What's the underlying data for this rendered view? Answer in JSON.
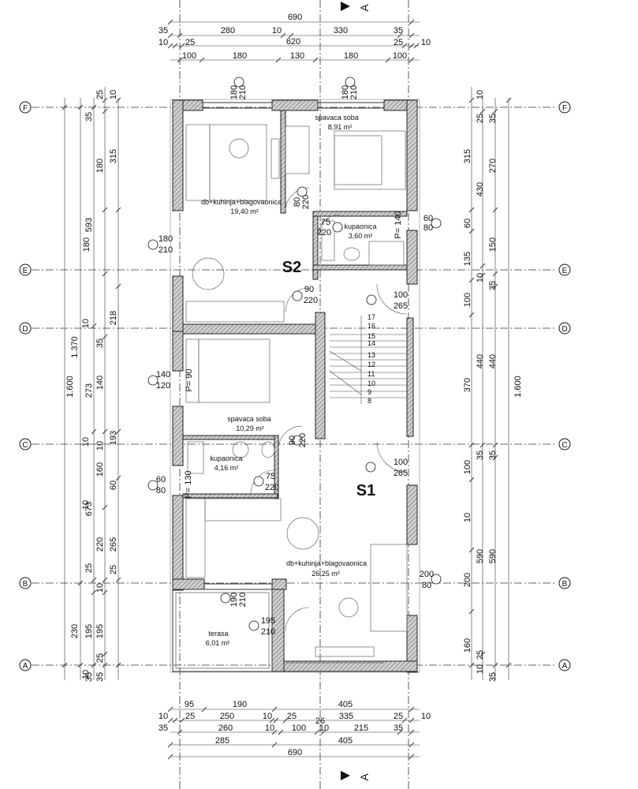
{
  "section_markers": [
    "A",
    "A"
  ],
  "axes": [
    "F",
    "E",
    "D",
    "C",
    "B",
    "A"
  ],
  "units": {
    "S2": "S2",
    "S1": "S1"
  },
  "rooms": [
    {
      "id": "dnevni-s2",
      "name": "db+kuhinja+blagovaonica",
      "area": "19,40 m²"
    },
    {
      "id": "spavaca-s2-top",
      "name": "spavaca soba",
      "area": "8,91 m²"
    },
    {
      "id": "kupaonica-s2",
      "name": "kupaonica",
      "area": "3,60 m²"
    },
    {
      "id": "spavaca-s2",
      "name": "spavaca soba",
      "area": "10,29 m²"
    },
    {
      "id": "kupaonica-s1",
      "name": "kupaonica",
      "area": "4,16 m²"
    },
    {
      "id": "dnevni-s1",
      "name": "db+kuhinja+blagovaonica",
      "area": "26,25 m²"
    },
    {
      "id": "terasa",
      "name": "terasa",
      "area": "6,01 m²"
    }
  ],
  "top_dims": {
    "row1": [
      "690"
    ],
    "row2": [
      "35",
      "280",
      "10",
      "330",
      "35"
    ],
    "row3": [
      "10",
      "25",
      "620",
      "25",
      "10"
    ],
    "row4": [
      "100",
      "180",
      "130",
      "180",
      "100"
    ]
  },
  "bottom_dims": {
    "row1": [
      "95",
      "190",
      "405"
    ],
    "row2": [
      "10",
      "25",
      "250",
      "10",
      "25",
      "335",
      "25",
      "10"
    ],
    "row2b": [
      "26"
    ],
    "row3": [
      "35",
      "260",
      "10",
      "100",
      "10",
      "215",
      "35"
    ],
    "row4": [
      "285",
      "405"
    ],
    "row5": [
      "690"
    ]
  },
  "left_dims": {
    "col1": [
      "1.600"
    ],
    "col2": [
      "1.370",
      "230"
    ],
    "col3": [
      "35",
      "593",
      "273",
      "673",
      "25",
      "195",
      "35"
    ],
    "col4": [
      "25",
      "180",
      "35",
      "140",
      "10",
      "160",
      "220",
      "10",
      "25",
      "195",
      "35"
    ],
    "col4b": [
      "10",
      "10",
      "10",
      "10"
    ],
    "col5": [
      "10",
      "315",
      "218",
      "193",
      "60",
      "265",
      "25"
    ]
  },
  "right_dims": {
    "col1": [
      "10",
      "315",
      "60",
      "135",
      "100",
      "370",
      "100",
      "200",
      "160",
      "10"
    ],
    "col2": [
      "25",
      "430",
      "10",
      "10",
      "440",
      "35",
      "590",
      "25"
    ],
    "col3": [
      "35",
      "270",
      "150",
      "35",
      "440",
      "35",
      "590",
      "35"
    ],
    "col4": [
      "1.600"
    ]
  },
  "openings": [
    {
      "id": "w-top-left",
      "top": "180",
      "bottom": "210"
    },
    {
      "id": "w-top-right",
      "top": "180",
      "bottom": "210"
    },
    {
      "id": "d-bed-s2",
      "top": "80",
      "bottom": "220"
    },
    {
      "id": "w-left-upper",
      "top": "180",
      "bottom": "210"
    },
    {
      "id": "d-bath-s2",
      "top": "75",
      "bottom": "220"
    },
    {
      "id": "w-bath-s2",
      "top": "60",
      "bottom": "80"
    },
    {
      "id": "d-entry-s2",
      "top": "90",
      "bottom": "220"
    },
    {
      "id": "d-stair-upper",
      "top": "100",
      "bottom": "265"
    },
    {
      "id": "w-left-bed",
      "top": "140",
      "bottom": "120"
    },
    {
      "id": "d-bed-s2-lower",
      "top": "90",
      "bottom": "220"
    },
    {
      "id": "d-stair-lower",
      "top": "100",
      "bottom": "265"
    },
    {
      "id": "w-left-bath",
      "top": "60",
      "bottom": "80"
    },
    {
      "id": "d-bath-s1",
      "top": "75",
      "bottom": "220"
    },
    {
      "id": "w-right-living",
      "top": "200",
      "bottom": "80"
    },
    {
      "id": "w-terrace-wall",
      "top": "190",
      "bottom": "210"
    },
    {
      "id": "d-terrace",
      "top": "195",
      "bottom": "210"
    }
  ],
  "parapets": [
    "P= 140",
    "P= 90",
    "P= 130"
  ],
  "stair_steps": [
    "17",
    "16",
    "15",
    "14",
    "13",
    "12",
    "11",
    "10",
    "9",
    "8"
  ]
}
